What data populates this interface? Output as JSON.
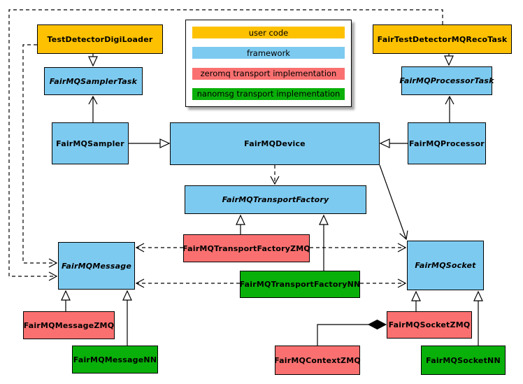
{
  "diagram_type": "uml-class-diagram",
  "colors": {
    "user_code": "#fdc101",
    "framework": "#7dcaf0",
    "zeromq": "#fa7070",
    "nanomsg": "#0ab00a",
    "edge": "#000000",
    "background": "#ffffff"
  },
  "nodes": {
    "test_detector_digi_loader": "TestDetectorDigiLoader",
    "fair_test_detector_mq_reco_task": "FairTestDetectorMQRecoTask",
    "fair_mq_sampler_task": "FairMQSamplerTask",
    "fair_mq_processor_task": "FairMQProcessorTask",
    "fair_mq_sampler": "FairMQSampler",
    "fair_mq_device": "FairMQDevice",
    "fair_mq_processor": "FairMQProcessor",
    "fair_mq_transport_factory": "FairMQTransportFactory",
    "fair_mq_transport_factory_zmq": "FairMQTransportFactoryZMQ",
    "fair_mq_transport_factory_nn": "FairMQTransportFactoryNN",
    "fair_mq_message": "FairMQMessage",
    "fair_mq_socket": "FairMQSocket",
    "fair_mq_message_zmq": "FairMQMessageZMQ",
    "fair_mq_message_nn": "FairMQMessageNN",
    "fair_mq_context_zmq": "FairMQContextZMQ",
    "fair_mq_socket_zmq": "FairMQSocketZMQ",
    "fair_mq_socket_nn": "FairMQSocketNN"
  },
  "legend": {
    "items": [
      {
        "label": "user code",
        "color": "#fdc101"
      },
      {
        "label": "framework",
        "color": "#7dcaf0"
      },
      {
        "label": "zeromq transport implementation",
        "color": "#fa7070"
      },
      {
        "label": "nanomsg transport implementation",
        "color": "#0ab00a"
      }
    ]
  },
  "edges": [
    {
      "from": "TestDetectorDigiLoader",
      "to": "FairMQSamplerTask",
      "type": "inheritance-solid-hollow-triangle"
    },
    {
      "from": "FairTestDetectorMQRecoTask",
      "to": "FairMQProcessorTask",
      "type": "inheritance-solid-hollow-triangle"
    },
    {
      "from": "FairMQSampler",
      "to": "FairMQDevice",
      "type": "inheritance-solid-hollow-triangle"
    },
    {
      "from": "FairMQProcessor",
      "to": "FairMQDevice",
      "type": "inheritance-solid-hollow-triangle"
    },
    {
      "from": "FairMQSampler",
      "to": "FairMQSamplerTask",
      "type": "association-solid-open-arrow"
    },
    {
      "from": "FairMQProcessor",
      "to": "FairMQProcessorTask",
      "type": "association-solid-open-arrow"
    },
    {
      "from": "FairMQDevice",
      "to": "FairMQSocket",
      "type": "association-solid-open-arrow"
    },
    {
      "from": "FairMQDevice",
      "to": "FairMQTransportFactory",
      "type": "dependency-dashed-open-arrow"
    },
    {
      "from": "FairMQTransportFactoryZMQ",
      "to": "FairMQTransportFactory",
      "type": "inheritance-solid-hollow-triangle"
    },
    {
      "from": "FairMQTransportFactoryNN",
      "to": "FairMQTransportFactory",
      "type": "inheritance-solid-hollow-triangle"
    },
    {
      "from": "FairMQTransportFactoryZMQ",
      "to": "FairMQMessage",
      "type": "dependency-dashed-open-arrow"
    },
    {
      "from": "FairMQTransportFactoryZMQ",
      "to": "FairMQSocket",
      "type": "dependency-dashed-open-arrow"
    },
    {
      "from": "FairMQTransportFactoryNN",
      "to": "FairMQMessage",
      "type": "dependency-dashed-open-arrow"
    },
    {
      "from": "FairMQTransportFactoryNN",
      "to": "FairMQSocket",
      "type": "dependency-dashed-open-arrow"
    },
    {
      "from": "TestDetectorDigiLoader",
      "to": "FairMQMessage",
      "type": "dependency-dashed-open-arrow"
    },
    {
      "from": "FairTestDetectorMQRecoTask",
      "to": "FairMQMessage",
      "type": "dependency-dashed-open-arrow"
    },
    {
      "from": "FairMQMessageZMQ",
      "to": "FairMQMessage",
      "type": "inheritance-solid-hollow-triangle"
    },
    {
      "from": "FairMQMessageNN",
      "to": "FairMQMessage",
      "type": "inheritance-solid-hollow-triangle"
    },
    {
      "from": "FairMQSocketZMQ",
      "to": "FairMQSocket",
      "type": "inheritance-solid-hollow-triangle"
    },
    {
      "from": "FairMQSocketNN",
      "to": "FairMQSocket",
      "type": "inheritance-solid-hollow-triangle"
    },
    {
      "from": "FairMQContextZMQ",
      "to": "FairMQSocketZMQ",
      "type": "composition-solid-filled-diamond"
    }
  ]
}
